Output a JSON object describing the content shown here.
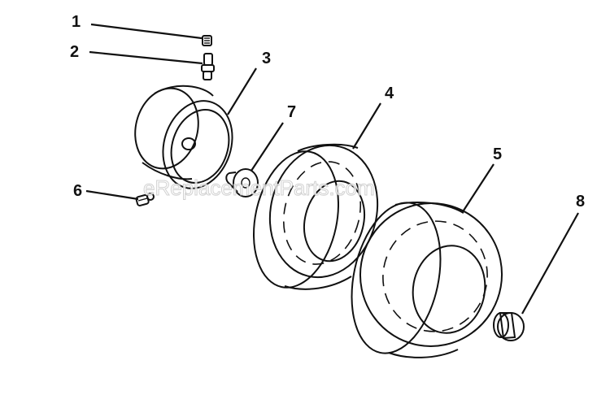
{
  "callouts": [
    {
      "number": "1"
    },
    {
      "number": "2"
    },
    {
      "number": "3"
    },
    {
      "number": "4"
    },
    {
      "number": "5"
    },
    {
      "number": "6"
    },
    {
      "number": "7"
    },
    {
      "number": "8"
    }
  ],
  "watermark": "eReplacementParts.com",
  "colors": {
    "ink": "#111111",
    "background": "#ffffff"
  }
}
